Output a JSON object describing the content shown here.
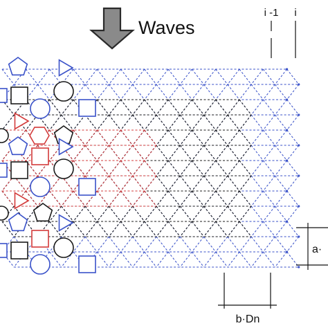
{
  "header": {
    "arrow_label": "Waves"
  },
  "dimensions": {
    "column_labels": [
      "i -1",
      "i"
    ],
    "spacing_horizontal": "b·Dn",
    "spacing_vertical": "a·"
  },
  "colors": {
    "blue": "#3a52c9",
    "black": "#1a1a1a",
    "red": "#d33a3a",
    "arrow_fill": "#8a8a8a",
    "arrow_stroke": "#2a2a2a"
  },
  "layers": [
    {
      "color": "blue"
    },
    {
      "color": "black"
    },
    {
      "color": "red"
    }
  ]
}
